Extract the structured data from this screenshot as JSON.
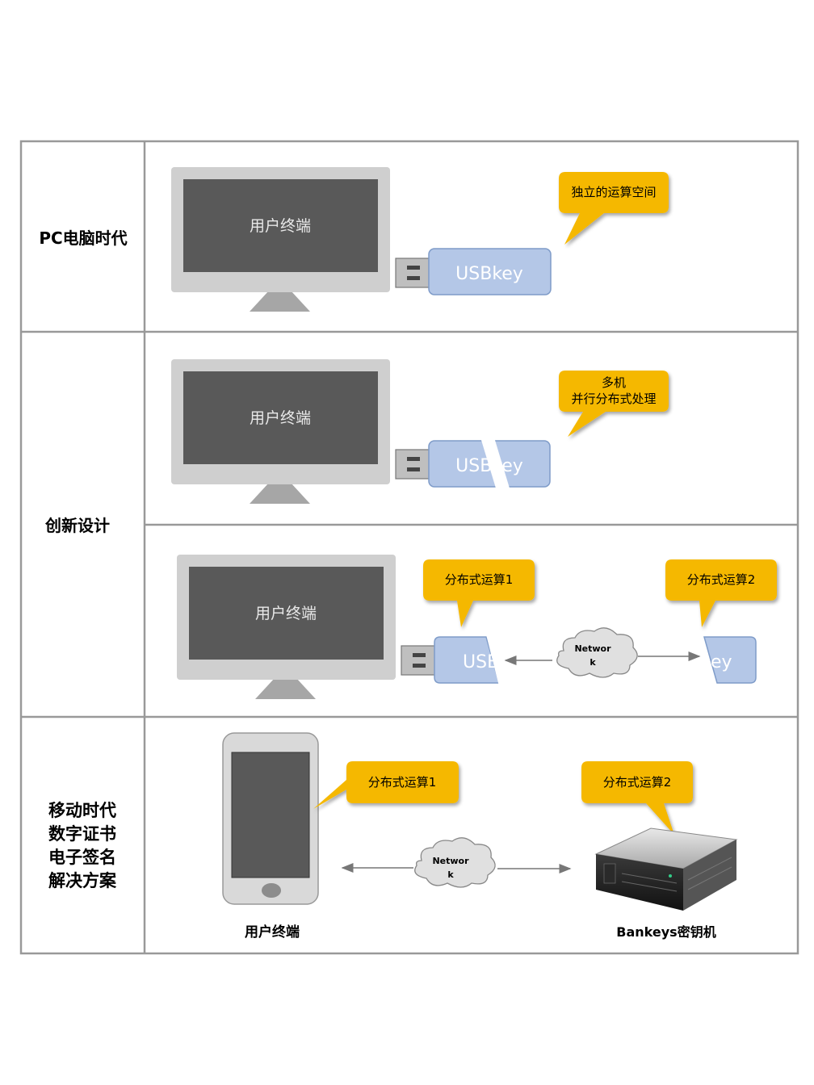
{
  "rows": {
    "pc_era": "PC电脑时代",
    "innovation": "创新设计",
    "mobile_era": [
      "移动时代",
      "数字证书",
      "电子签名",
      "解决方案"
    ]
  },
  "terminal_label": "用户终端",
  "usbkey_label": "USBkey",
  "usbkey_partial_left": "USB",
  "usbkey_partial_mid": "USB",
  "usbkey_partial_right": "ey",
  "callouts": {
    "independent": "独立的运算空间",
    "multi_line1": "多机",
    "multi_line2": "并行分布式处理",
    "dist1": "分布式运算1",
    "dist2": "分布式运算2"
  },
  "network_line1": "Networ",
  "network_line2": "k",
  "bottom_labels": {
    "terminal": "用户终端",
    "server": "Bankeys密钥机"
  },
  "colors": {
    "callout": "#f5b800",
    "usb": "#b4c7e7",
    "monitor_frame": "#cfcfcf",
    "screen": "#595959",
    "grid": "#999999"
  },
  "icons": {
    "usb_plug": "usb-plug-icon",
    "network": "network-cloud-icon",
    "server": "server-icon",
    "phone": "phone-icon"
  }
}
